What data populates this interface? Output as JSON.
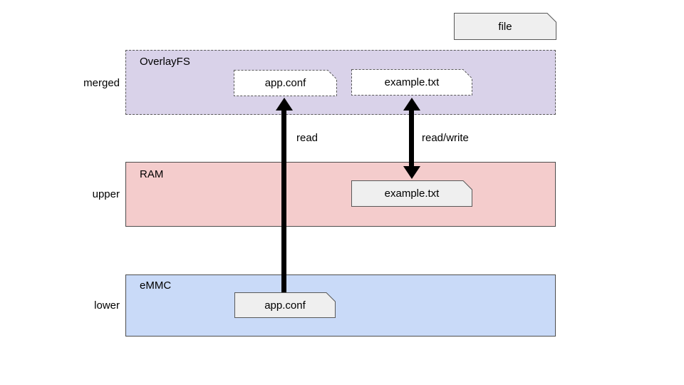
{
  "diagram": {
    "legend": {
      "label": "file"
    },
    "row_labels": {
      "merged": "merged",
      "upper": "upper",
      "lower": "lower"
    },
    "layers": {
      "merged": {
        "title": "OverlayFS",
        "fill": "#d9d2e9",
        "files": {
          "app_conf": "app.conf",
          "example_txt": "example.txt"
        }
      },
      "upper": {
        "title": "RAM",
        "fill": "#f4cccc",
        "files": {
          "example_txt": "example.txt"
        }
      },
      "lower": {
        "title": "eMMC",
        "fill": "#c9daf8",
        "files": {
          "app_conf": "app.conf"
        }
      }
    },
    "arrows": {
      "read": "read",
      "read_write": "read/write"
    },
    "colors": {
      "merged_fill": "#d9d2e9",
      "upper_fill": "#f4cccc",
      "lower_fill": "#c9daf8",
      "file_fill": "#efefef",
      "file_white_fill": "#ffffff",
      "stroke": "#595959",
      "arrow": "#000000"
    }
  }
}
